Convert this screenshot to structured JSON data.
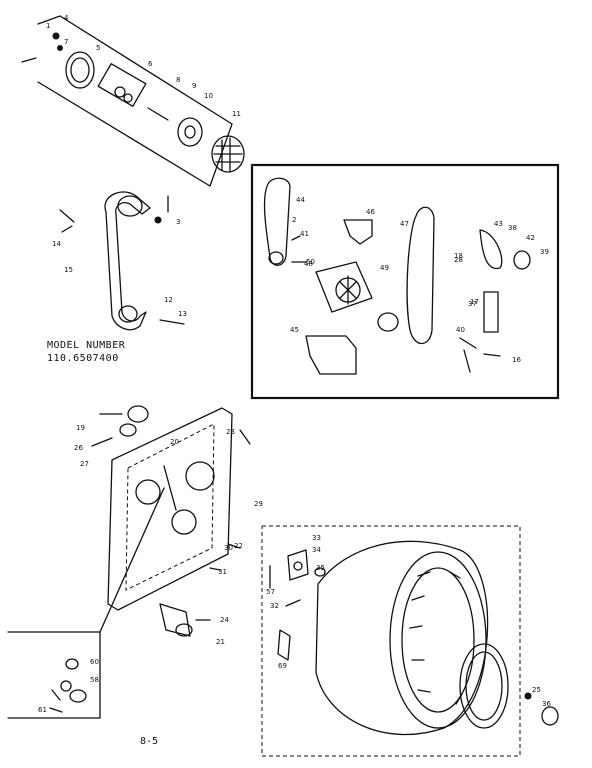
{
  "model_label": "MODEL NUMBER",
  "model_number": "110.6507400",
  "page_number": "8-5",
  "callouts": [
    "1",
    "2",
    "3",
    "4",
    "5",
    "6",
    "7",
    "8",
    "9",
    "10",
    "11",
    "12",
    "13",
    "14",
    "15",
    "16",
    "17",
    "18",
    "19",
    "20",
    "21",
    "22",
    "23",
    "24",
    "25",
    "26",
    "27",
    "28",
    "29",
    "30",
    "31",
    "32",
    "33",
    "34",
    "35",
    "36",
    "37",
    "38",
    "39",
    "40",
    "41",
    "42",
    "43",
    "44",
    "45",
    "46",
    "47",
    "48",
    "49",
    "50",
    "57",
    "58",
    "60",
    "61",
    "69"
  ]
}
